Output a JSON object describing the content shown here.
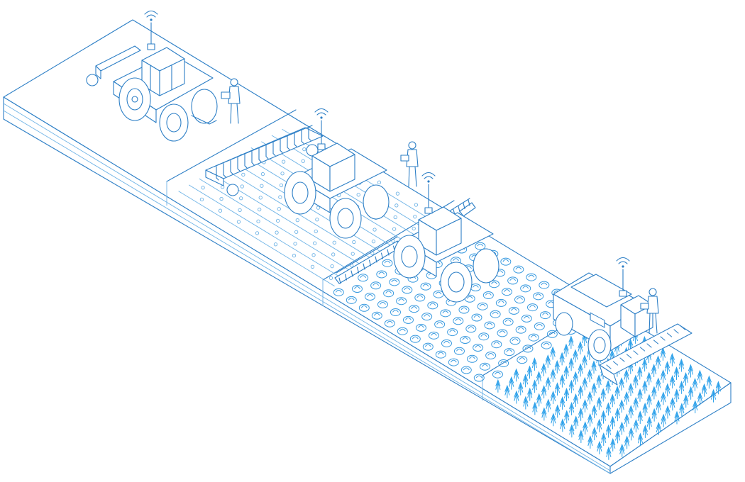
{
  "scene": {
    "stages": [
      "tilling",
      "planting",
      "spraying",
      "harvesting"
    ],
    "icons": [
      "wifi-icon",
      "tractor-icon",
      "cultivator-icon",
      "sprayer-icon",
      "combine-harvester-icon",
      "farmer-tablet-icon"
    ],
    "colors": {
      "line": "#2d7fc6",
      "light_line": "#6eb3e6",
      "wheat": "#2aa0ea",
      "background": "#ffffff"
    }
  }
}
